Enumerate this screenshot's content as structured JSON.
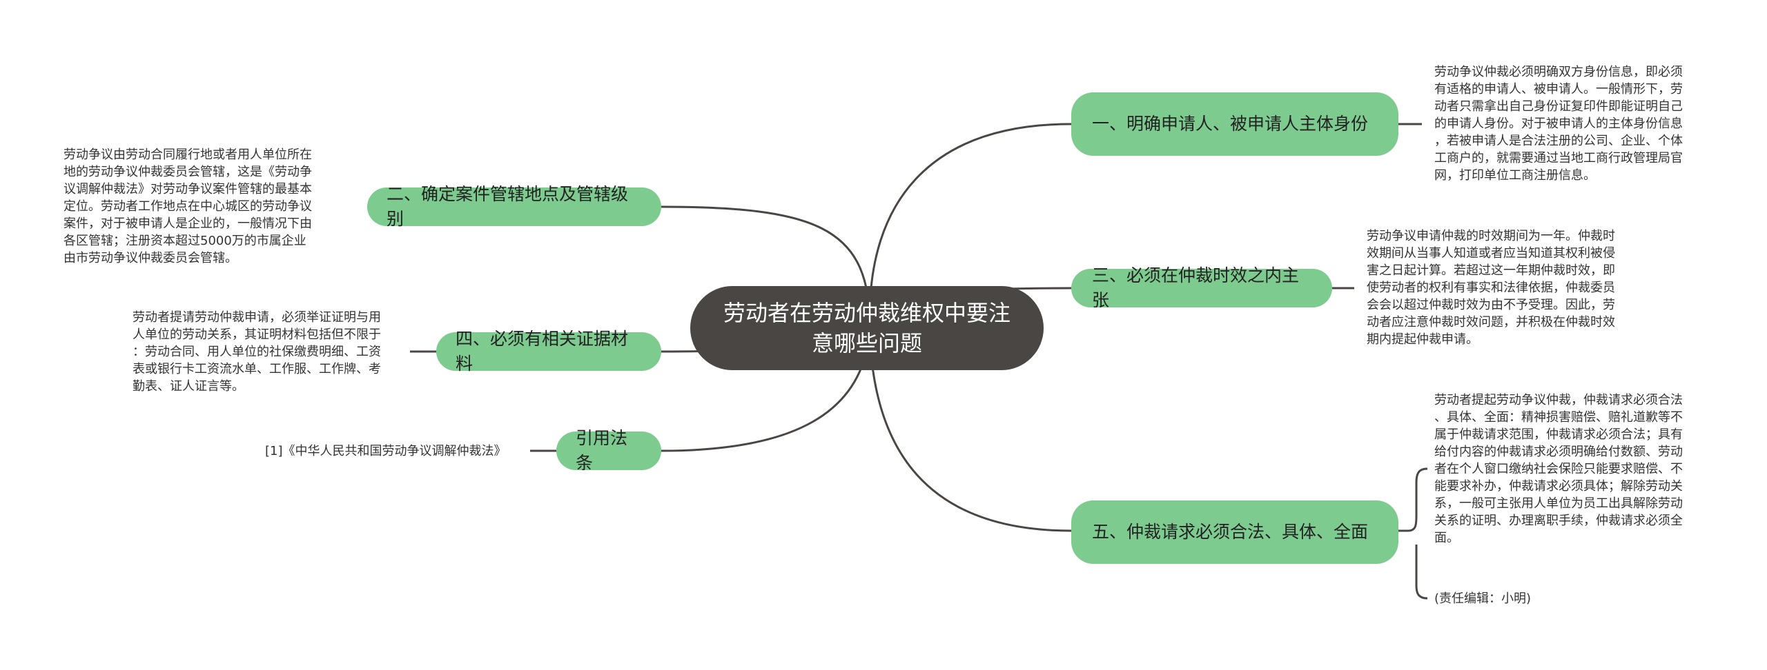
{
  "root": {
    "title": "劳动者在劳动仲裁维权中要注意哪些问题"
  },
  "branches": {
    "b1": {
      "label": "一、明确申请人、被申请人主体身份",
      "detail": "劳动争议仲裁必须明确双方身份信息，即必须\n有适格的申请人、被申请人。一般情形下，劳\n动者只需拿出自己身份证复印件即能证明自己\n的申请人身份。对于被申请人的主体身份信息\n，若被申请人是合法注册的公司、企业、个体\n工商户的，就需要通过当地工商行政管理局官\n网，打印单位工商注册信息。"
    },
    "b2": {
      "label": "二、确定案件管辖地点及管辖级别",
      "detail": "劳动争议由劳动合同履行地或者用人单位所在\n地的劳动争议仲裁委员会管辖，这是《劳动争\n议调解仲裁法》对劳动争议案件管辖的最基本\n定位。劳动者工作地点在中心城区的劳动争议\n案件，对于被申请人是企业的，一般情况下由\n各区管辖；注册资本超过5000万的市属企业\n由市劳动争议仲裁委员会管辖。"
    },
    "b3": {
      "label": "三、必须在仲裁时效之内主张",
      "detail": "劳动争议申请仲裁的时效期间为一年。仲裁时\n效期间从当事人知道或者应当知道其权利被侵\n害之日起计算。若超过这一年期仲裁时效，即\n使劳动者的权利有事实和法律依据，仲裁委员\n会会以超过仲裁时效为由不予受理。因此，劳\n动者应注意仲裁时效问题，并积极在仲裁时效\n期内提起仲裁申请。"
    },
    "b4": {
      "label": "四、必须有相关证据材料",
      "detail": "劳动者提请劳动仲裁申请，必须举证证明与用\n人单位的劳动关系，其证明材料包括但不限于\n：劳动合同、用人单位的社保缴费明细、工资\n表或银行卡工资流水单、工作服、工作牌、考\n勤表、证人证言等。"
    },
    "b5": {
      "label": "五、仲裁请求必须合法、具体、全面",
      "detail": "劳动者提起劳动争议仲裁，仲裁请求必须合法\n、具体、全面：精神损害赔偿、赔礼道歉等不\n属于仲裁请求范围，仲裁请求必须合法；具有\n给付内容的仲裁请求必须明确给付数额、劳动\n者在个人窗口缴纳社会保险只能要求赔偿、不\n能要求补办，仲裁请求必须具体；解除劳动关\n系，一般可主张用人单位为员工出具解除劳动\n关系的证明、办理离职手续，仲裁请求必须全\n面。",
      "editor": "(责任编辑：小明)"
    },
    "b6": {
      "label": "引用法条",
      "detail": "[1]《中华人民共和国劳动争议调解仲裁法》"
    }
  },
  "colors": {
    "root_bg": "#4a4644",
    "branch_bg": "#7ecb8f",
    "line": "#4a4644"
  }
}
